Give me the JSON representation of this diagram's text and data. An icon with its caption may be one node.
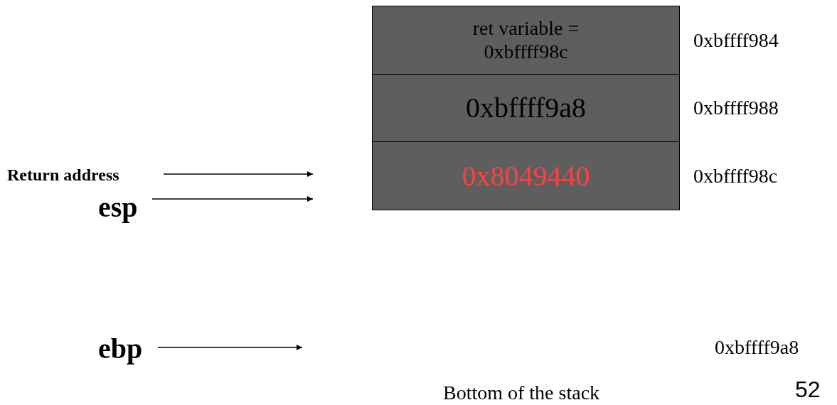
{
  "diagram": {
    "nodes": [
      {
        "text": [
          "ret variable = 0xbffff98c"
        ],
        "beside": [
          "0xbffff984"
        ]
      },
      {
        "text": [
          "0xbffff9a8"
        ],
        "beside": [
          "0xbffff988"
        ]
      },
      {
        "text": [
          "0x8049440"
        ],
        "beside": [
          "0xbffff98c"
        ]
      },
      {
        "text": [
          "Return address"
        ]
      },
      {
        "text": [
          "esp"
        ]
      },
      {
        "text": [
          "ebp"
        ]
      }
    ],
    "edges": [
      {
        "from": 3,
        "to": null,
        "arrow": "to"
      },
      {
        "from": 4,
        "to": null,
        "arrow": "to"
      },
      {
        "from": 5,
        "to": null,
        "arrow": "to"
      }
    ],
    "labels": [
      "0xbffff9a8",
      "Bottom of the stack",
      "52"
    ]
  }
}
